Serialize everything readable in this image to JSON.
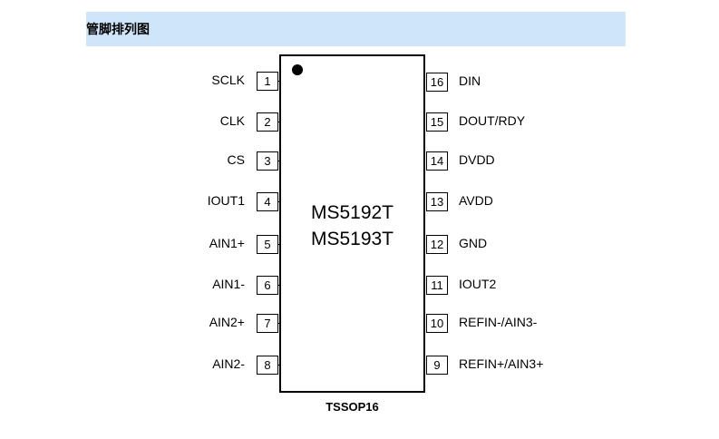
{
  "header": {
    "title": "管脚排列图"
  },
  "chip": {
    "names": [
      "MS5192T",
      "MS5193T"
    ],
    "package": "TSSOP16"
  },
  "pins": {
    "left": [
      {
        "number": "1",
        "label": "SCLK"
      },
      {
        "number": "2",
        "label": "CLK"
      },
      {
        "number": "3",
        "label": "CS"
      },
      {
        "number": "4",
        "label": "IOUT1"
      },
      {
        "number": "5",
        "label": "AIN1+"
      },
      {
        "number": "6",
        "label": "AIN1-"
      },
      {
        "number": "7",
        "label": "AIN2+"
      },
      {
        "number": "8",
        "label": "AIN2-"
      }
    ],
    "right": [
      {
        "number": "16",
        "label": "DIN"
      },
      {
        "number": "15",
        "label": "DOUT/RDY"
      },
      {
        "number": "14",
        "label": "DVDD"
      },
      {
        "number": "13",
        "label": "AVDD"
      },
      {
        "number": "12",
        "label": "GND"
      },
      {
        "number": "11",
        "label": "IOUT2"
      },
      {
        "number": "10",
        "label": "REFIN-/AIN3-"
      },
      {
        "number": "9",
        "label": "REFIN+/AIN3+"
      }
    ]
  }
}
